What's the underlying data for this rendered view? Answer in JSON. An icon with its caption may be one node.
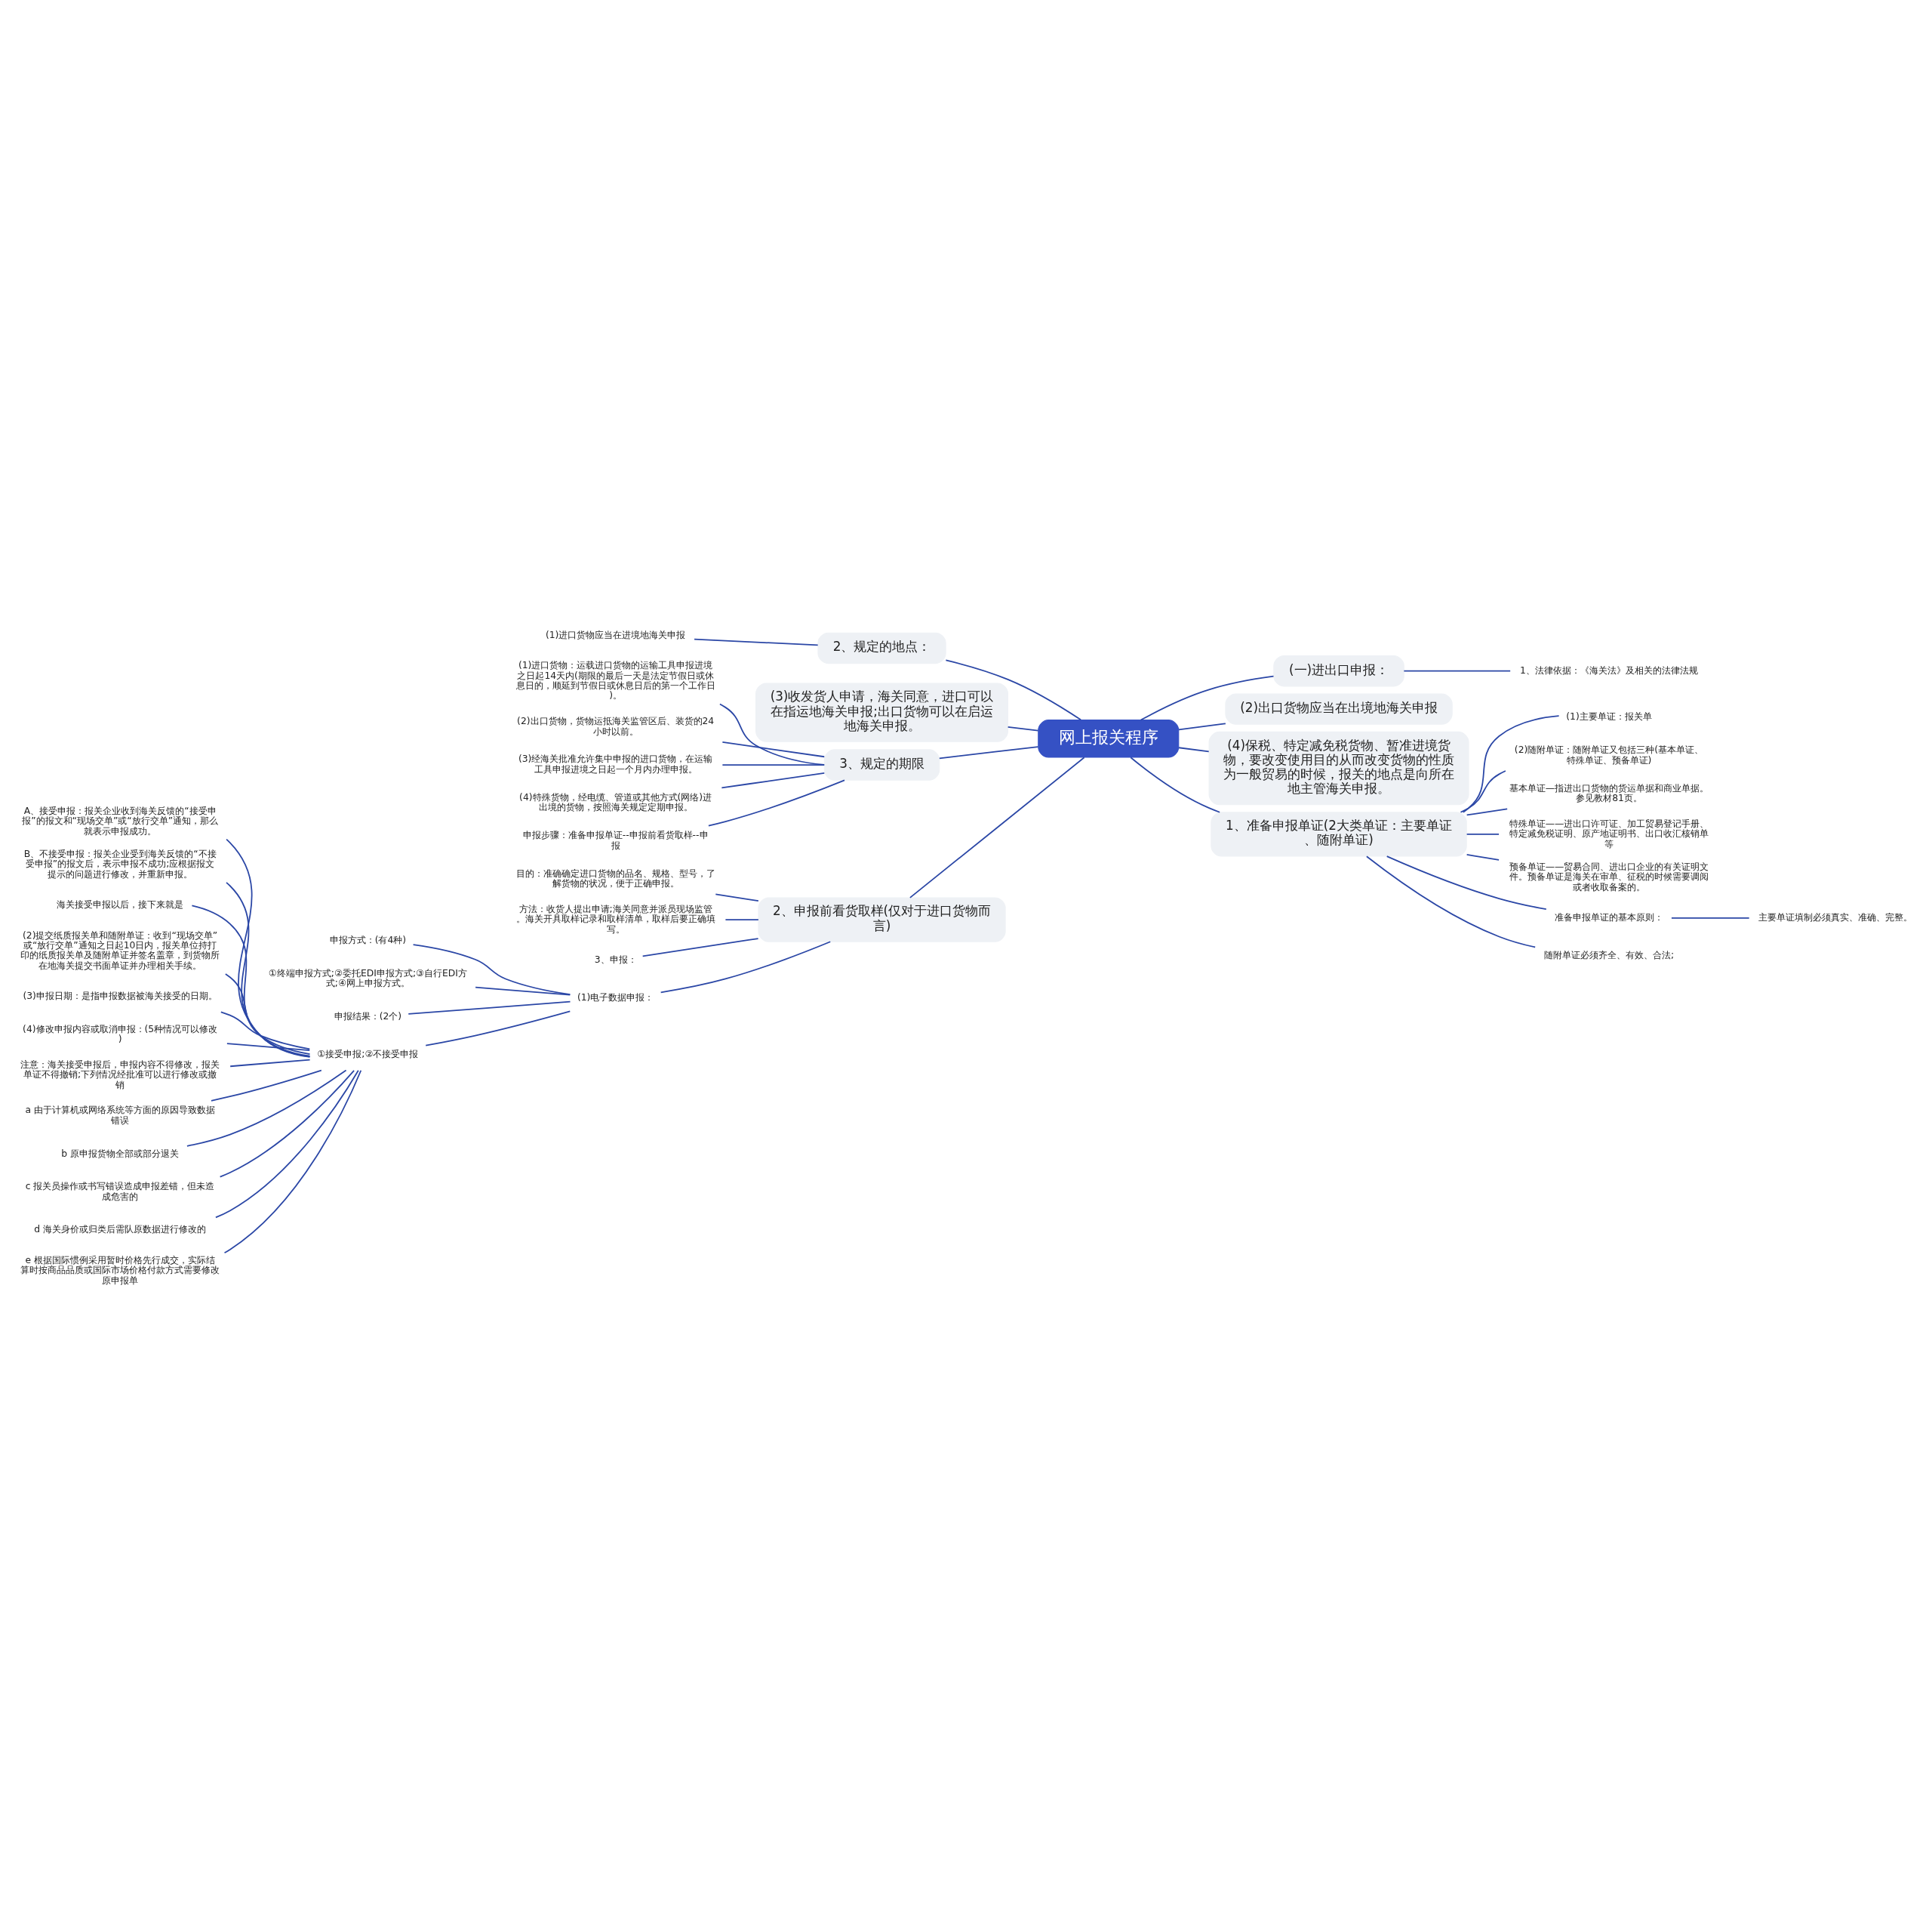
{
  "diagram": {
    "nodes": [
      {
        "text": [
          "网上报关程序"
        ]
      },
      {
        "text": [
          "(一)进出口申报："
        ]
      },
      {
        "text": [
          "1、法律依据：《海关法》及相关的法律法规"
        ]
      },
      {
        "text": [
          "(2)出口货物应当在出境地海关申报"
        ]
      },
      {
        "text": [
          "(4)保税、特定减免税货物、暂准进境货物，要改变使用目的从而改变货物的性质为一般贸易的时候，报关的地点是向所在地主管海关申报。"
        ]
      },
      {
        "text": [
          "1、准备申报单证(2大类单证：主要单证、随附单证)"
        ]
      },
      {
        "text": [
          "(1)主要单证：报关单"
        ]
      },
      {
        "text": [
          "(2)随附单证：随附单证又包括三种(基本单证、特殊单证、预备单证)"
        ]
      },
      {
        "text": [
          "基本单证—指进出口货物的货运单据和商业单据。参见教材81页。"
        ]
      },
      {
        "text": [
          "特殊单证——进出口许可证、加工贸易登记手册、特定减免税证明、原产地证明书、出口收汇核销单等"
        ]
      },
      {
        "text": [
          "预备单证——贸易合同、进出口企业的有关证明文件。预备单证是海关在审单、征税的时候需要调阅或者收取备案的。"
        ]
      },
      {
        "text": [
          "准备申报单证的基本原则："
        ]
      },
      {
        "text": [
          "主要单证填制必须真实、准确、完整。"
        ]
      },
      {
        "text": [
          "随附单证必须齐全、有效、合法;"
        ]
      },
      {
        "text": [
          "2、规定的地点："
        ]
      },
      {
        "text": [
          "(1)进口货物应当在进境地海关申报"
        ]
      },
      {
        "text": [
          "(3)收发货人申请，海关同意，进口可以在指运地海关申报;出口货物可以在启运地海关申报。"
        ]
      },
      {
        "text": [
          "3、规定的期限"
        ]
      },
      {
        "text": [
          "(1)进口货物：运载进口货物的运输工具申报进境之日起14天内(期限的最后一天是法定节假日或休息日的，顺延到节假日或休息日后的第一个工作日)。"
        ]
      },
      {
        "text": [
          "(2)出口货物，货物运抵海关监管区后、装货的24小时以前。"
        ]
      },
      {
        "text": [
          "(3)经海关批准允许集中申报的进口货物，在运输工具申报进境之日起一个月内办理申报。"
        ]
      },
      {
        "text": [
          "(4)特殊货物，经电缆、管道或其他方式(网络)进出境的货物，按照海关规定定期申报。"
        ]
      },
      {
        "text": [
          "申报步骤：准备申报单证--申报前看货取样--申报"
        ]
      },
      {
        "text": [
          "2、申报前看货取样(仅对于进口货物而言)"
        ]
      },
      {
        "text": [
          "目的：准确确定进口货物的品名、规格、型号，了解货物的状况，便于正确申报。"
        ]
      },
      {
        "text": [
          "方法：收货人提出申请;海关同意并派员现场监管。海关开具取样记录和取样清单，取样后要正确填写。"
        ]
      },
      {
        "text": [
          "3、申报："
        ]
      },
      {
        "text": [
          "(1)电子数据申报："
        ]
      },
      {
        "text": [
          "申报方式：(有4种)"
        ]
      },
      {
        "text": [
          "①终端申报方式;②委托EDI申报方式;③自行EDI方式;④网上申报方式。"
        ]
      },
      {
        "text": [
          "申报结果：(2个)"
        ]
      },
      {
        "text": [
          "①接受申报;②不接受申报"
        ]
      },
      {
        "text": [
          "A、接受申报：报关企业收到海关反馈的“接受申报”的报文和“现场交单”或“放行交单”通知，那么就表示申报成功。"
        ]
      },
      {
        "text": [
          "B、不接受申报：报关企业受到海关反馈的“不接受申报”的报文后，表示申报不成功;应根据报文提示的问题进行修改，并重新申报。"
        ]
      },
      {
        "text": [
          "海关接受申报以后，接下来就是"
        ]
      },
      {
        "text": [
          "(2)提交纸质报关单和随附单证：收到“现场交单”或“放行交单”通知之日起10日内，报关单位持打印的纸质报关单及随附单证并签名盖章，到货物所在地海关提交书面单证并办理相关手续。"
        ]
      },
      {
        "text": [
          "(3)申报日期：是指申报数据被海关接受的日期。"
        ]
      },
      {
        "text": [
          "(4)修改申报内容或取消申报：(5种情况可以修改)"
        ]
      },
      {
        "text": [
          "注意：海关接受申报后，申报内容不得修改，报关单证不得撤销;下列情况经批准可以进行修改或撤销"
        ]
      },
      {
        "text": [
          "a 由于计算机或网络系统等方面的原因导致数据错误"
        ]
      },
      {
        "text": [
          "b 原申报货物全部或部分退关"
        ]
      },
      {
        "text": [
          "c 报关员操作或书写错误造成申报差错，但未造成危害的"
        ]
      },
      {
        "text": [
          "d 海关身价或归类后需队原数据进行修改的"
        ]
      },
      {
        "text": [
          "e 根据国际惯例采用暂时价格先行成交，实际结算时按商品品质或国际市场价格付款方式需要修改原申报单"
        ]
      }
    ],
    "edges": [
      {
        "from": 0,
        "to": 1,
        "arrow": "none"
      },
      {
        "from": 1,
        "to": 2,
        "arrow": "none"
      },
      {
        "from": 0,
        "to": 3,
        "arrow": "none"
      },
      {
        "from": 0,
        "to": 4,
        "arrow": "none"
      },
      {
        "from": 0,
        "to": 5,
        "arrow": "none"
      },
      {
        "from": 5,
        "to": 6,
        "arrow": "none"
      },
      {
        "from": 5,
        "to": 7,
        "arrow": "none"
      },
      {
        "from": 5,
        "to": 8,
        "arrow": "none"
      },
      {
        "from": 5,
        "to": 9,
        "arrow": "none"
      },
      {
        "from": 5,
        "to": 10,
        "arrow": "none"
      },
      {
        "from": 5,
        "to": 11,
        "arrow": "none"
      },
      {
        "from": 11,
        "to": 12,
        "arrow": "none"
      },
      {
        "from": 5,
        "to": 13,
        "arrow": "none"
      },
      {
        "from": 0,
        "to": 14,
        "arrow": "none"
      },
      {
        "from": 14,
        "to": 15,
        "arrow": "none"
      },
      {
        "from": 0,
        "to": 16,
        "arrow": "none"
      },
      {
        "from": 0,
        "to": 17,
        "arrow": "none"
      },
      {
        "from": 17,
        "to": 18,
        "arrow": "none"
      },
      {
        "from": 17,
        "to": 19,
        "arrow": "none"
      },
      {
        "from": 17,
        "to": 20,
        "arrow": "none"
      },
      {
        "from": 17,
        "to": 21,
        "arrow": "none"
      },
      {
        "from": 17,
        "to": 22,
        "arrow": "none"
      },
      {
        "from": 0,
        "to": 23,
        "arrow": "none"
      },
      {
        "from": 23,
        "to": 24,
        "arrow": "none"
      },
      {
        "from": 23,
        "to": 25,
        "arrow": "none"
      },
      {
        "from": 23,
        "to": 26,
        "arrow": "none"
      },
      {
        "from": 23,
        "to": 27,
        "arrow": "none"
      },
      {
        "from": 27,
        "to": 28,
        "arrow": "none"
      },
      {
        "from": 27,
        "to": 29,
        "arrow": "none"
      },
      {
        "from": 27,
        "to": 30,
        "arrow": "none"
      },
      {
        "from": 27,
        "to": 31,
        "arrow": "none"
      },
      {
        "from": 31,
        "to": 32,
        "arrow": "none"
      },
      {
        "from": 31,
        "to": 33,
        "arrow": "none"
      },
      {
        "from": 31,
        "to": 34,
        "arrow": "none"
      },
      {
        "from": 31,
        "to": 35,
        "arrow": "none"
      },
      {
        "from": 31,
        "to": 36,
        "arrow": "none"
      },
      {
        "from": 31,
        "to": 37,
        "arrow": "none"
      },
      {
        "from": 31,
        "to": 38,
        "arrow": "none"
      },
      {
        "from": 31,
        "to": 39,
        "arrow": "none"
      },
      {
        "from": 31,
        "to": 40,
        "arrow": "none"
      },
      {
        "from": 31,
        "to": 41,
        "arrow": "none"
      },
      {
        "from": 31,
        "to": 42,
        "arrow": "none"
      },
      {
        "from": 31,
        "to": 43,
        "arrow": "none"
      }
    ]
  }
}
